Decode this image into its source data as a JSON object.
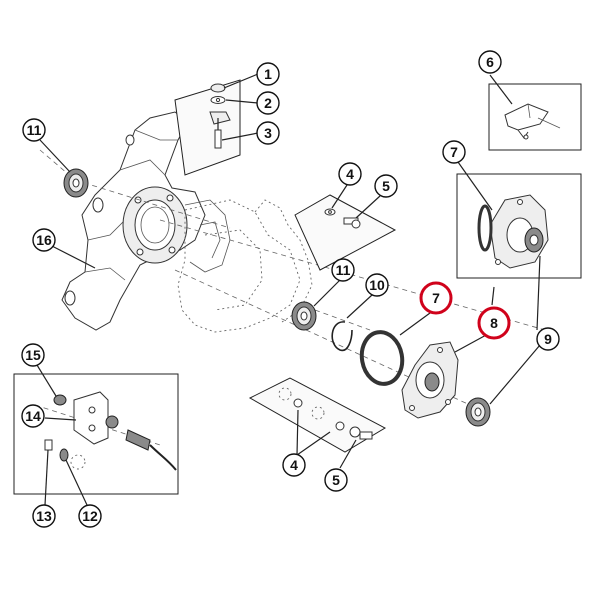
{
  "callouts": {
    "c1": "1",
    "c2": "2",
    "c3": "3",
    "c4a": "4",
    "c4b": "4",
    "c5a": "5",
    "c5b": "5",
    "c6": "6",
    "c7a": "7",
    "c7b": "7",
    "c8": "8",
    "c9": "9",
    "c10": "10",
    "c11a": "11",
    "c11b": "11",
    "c12": "12",
    "c13": "13",
    "c14": "14",
    "c15": "15",
    "c16": "16"
  },
  "highlight_color": "#d0021b"
}
